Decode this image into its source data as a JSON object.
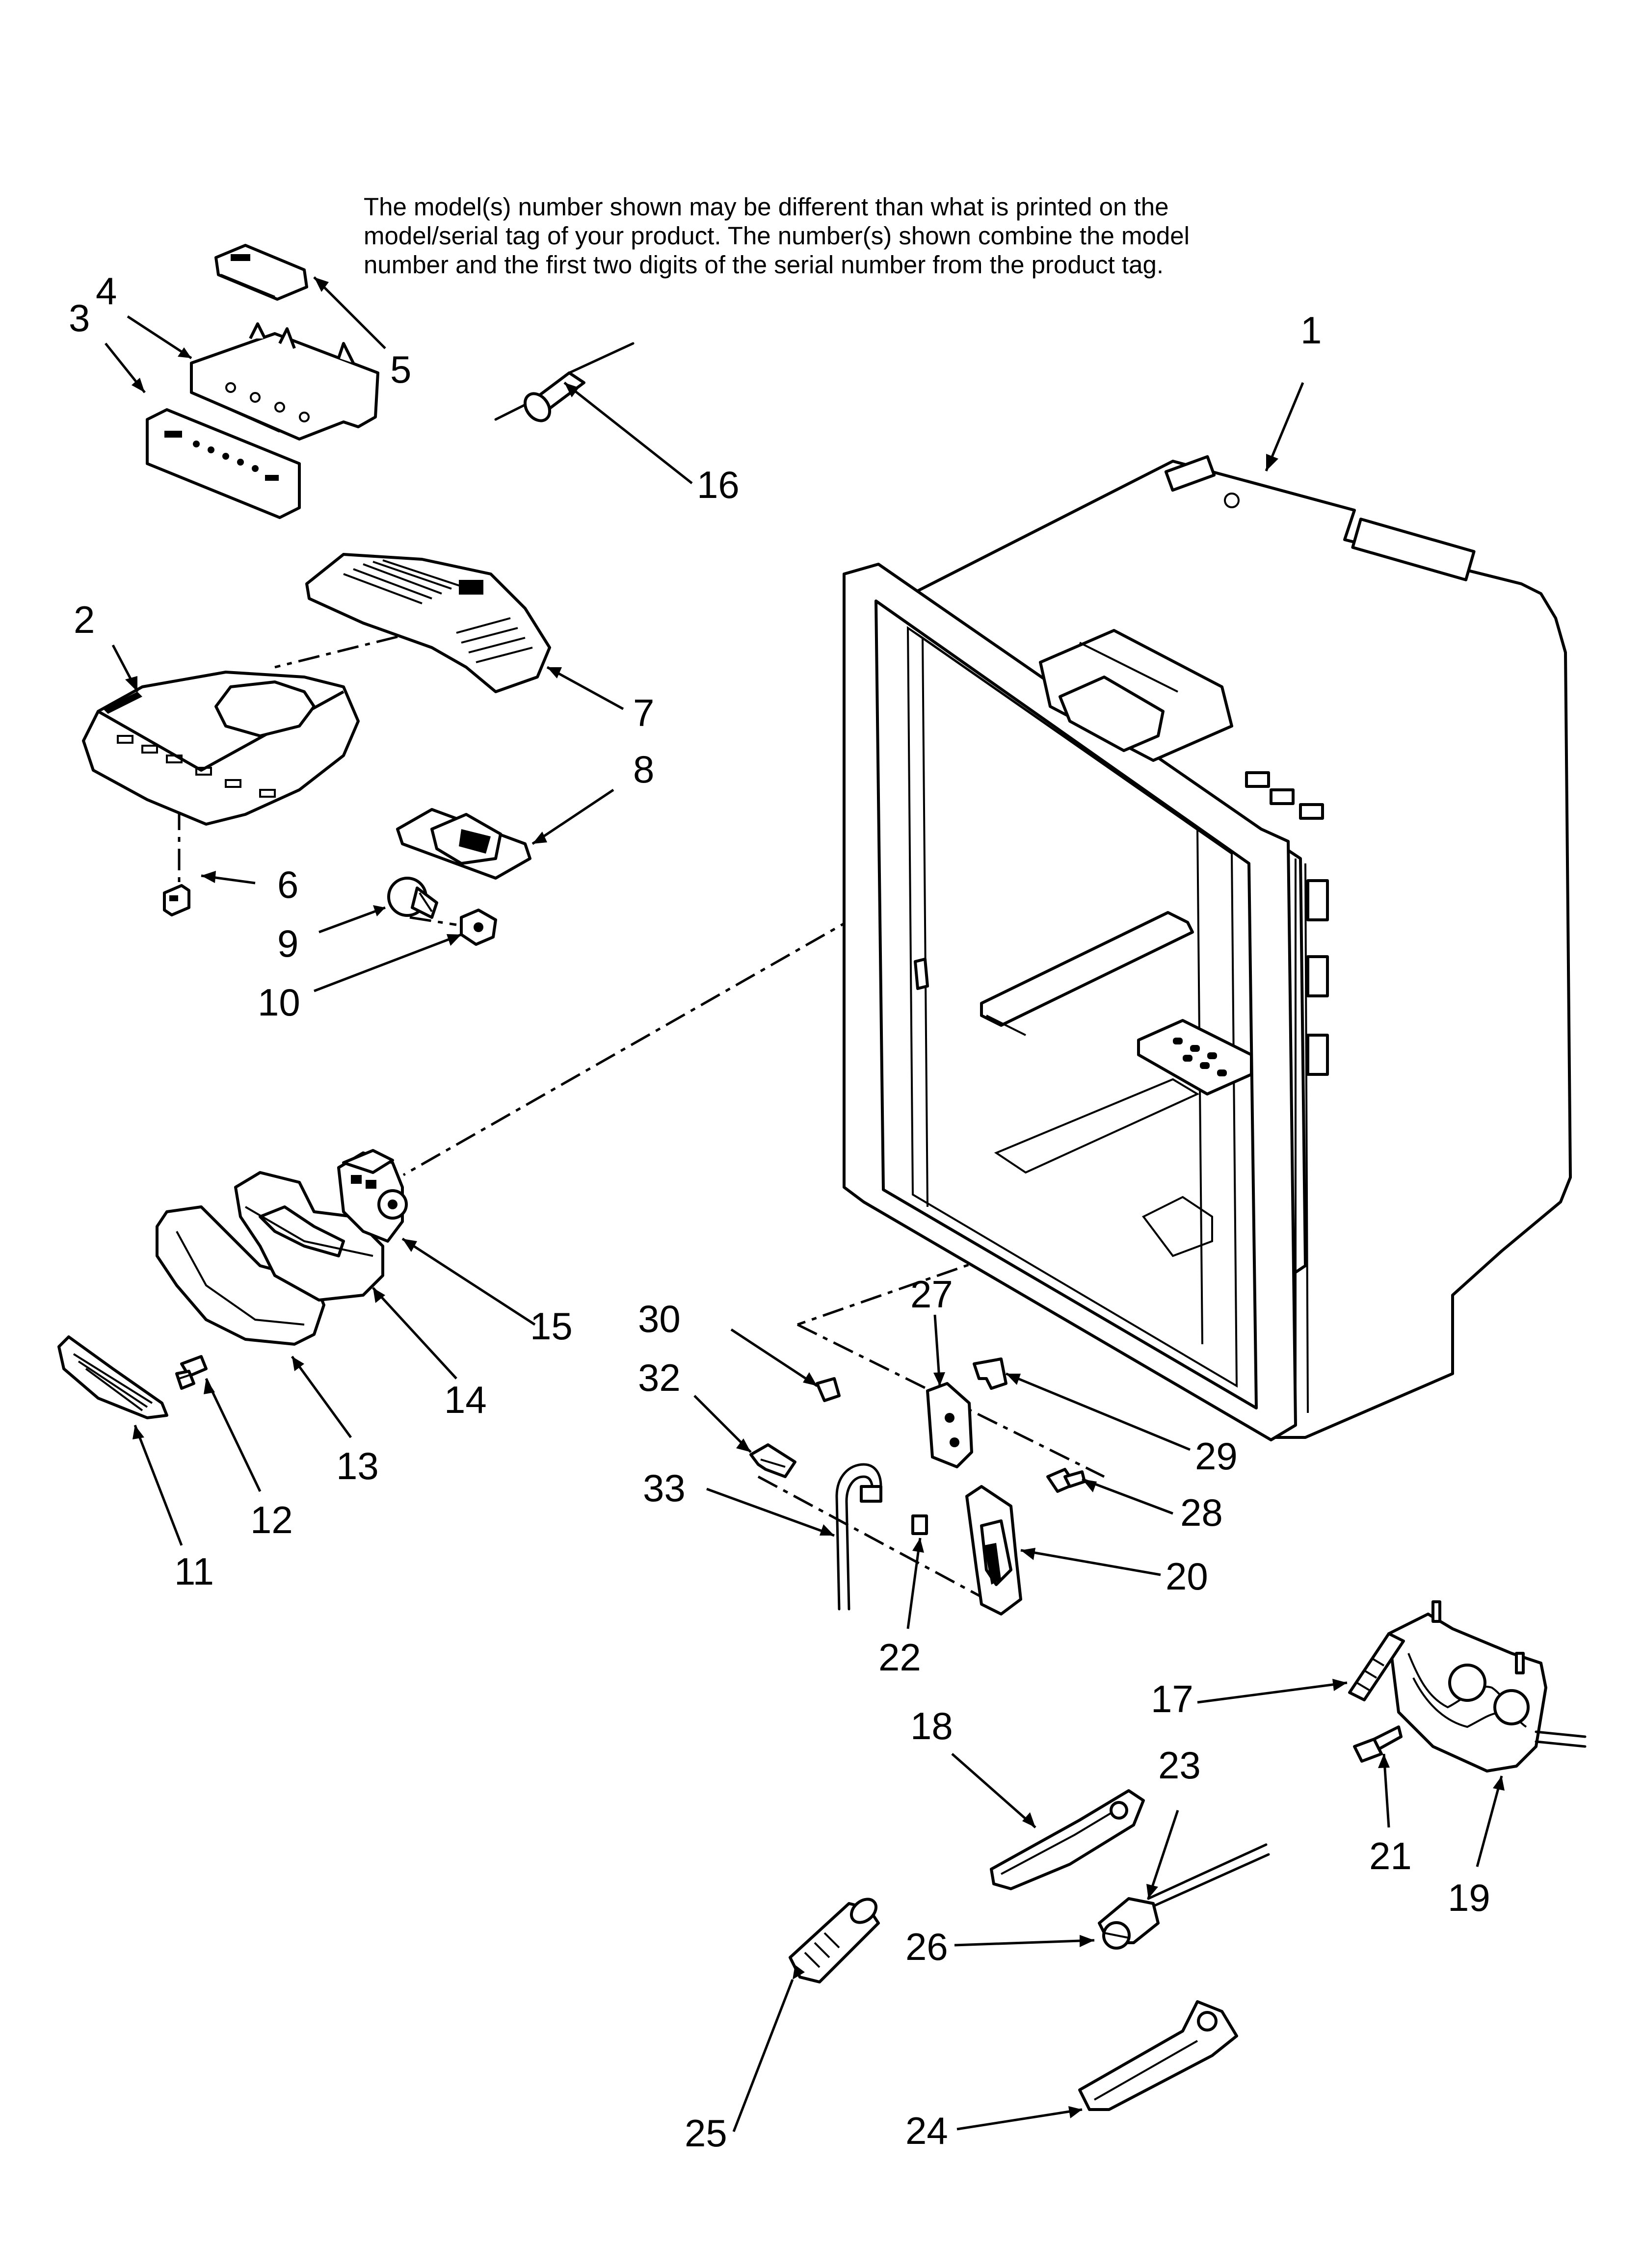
{
  "note": {
    "lines": [
      "The model(s) number shown may be different than what is printed on the",
      "model/serial tag of your product. The number(s) shown combine the model",
      "number and the first two digits of the serial number from the product tag."
    ]
  },
  "callouts": {
    "c1": "1",
    "c2": "2",
    "c3": "3",
    "c4": "4",
    "c5": "5",
    "c6": "6",
    "c7": "7",
    "c8": "8",
    "c9": "9",
    "c10": "10",
    "c11": "11",
    "c12": "12",
    "c13": "13",
    "c14": "14",
    "c15": "15",
    "c16": "16",
    "c17": "17",
    "c18": "18",
    "c19": "19",
    "c20": "20",
    "c21": "21",
    "c22": "22",
    "c23": "23",
    "c24": "24",
    "c25": "25",
    "c26": "26",
    "c27": "27",
    "c28": "28",
    "c29": "29",
    "c30": "30",
    "c32": "32",
    "c33": "33"
  }
}
